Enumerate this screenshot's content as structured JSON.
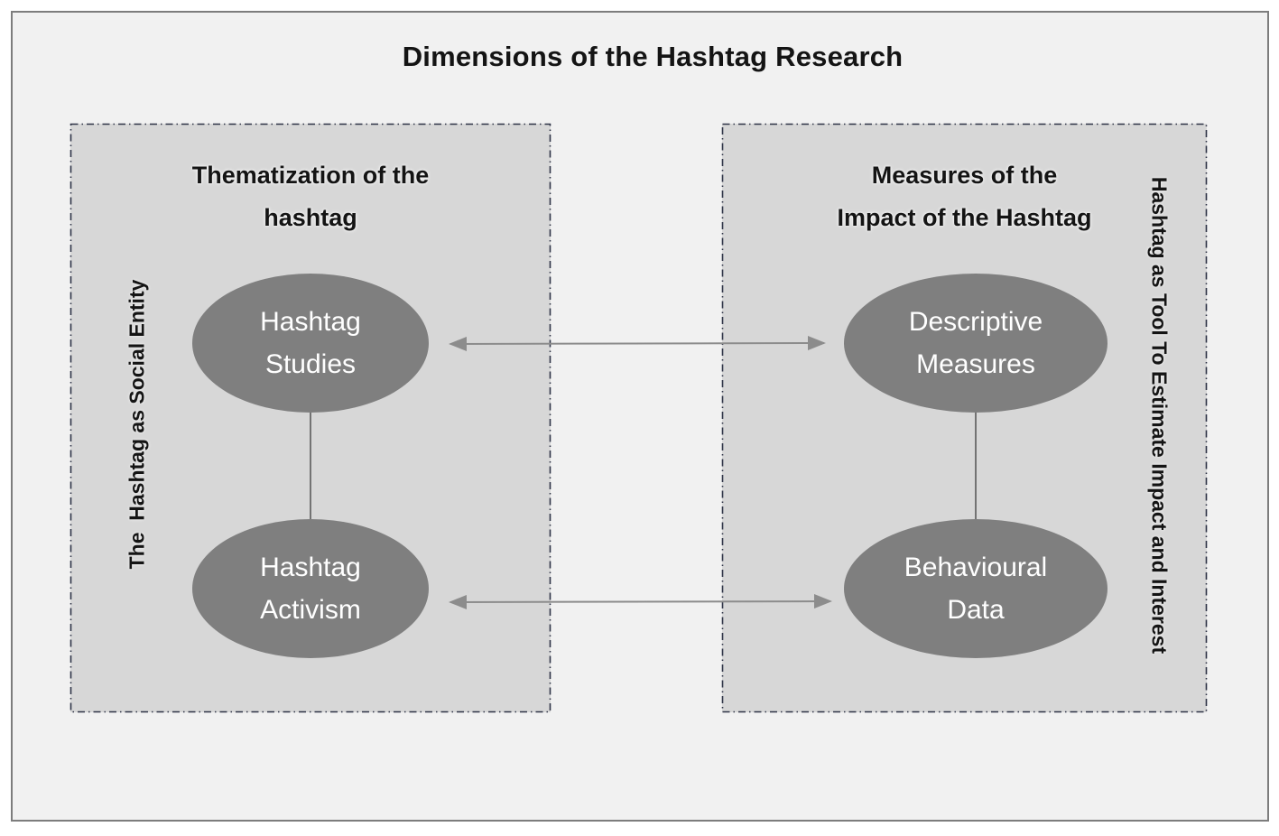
{
  "title": "Dimensions of the Hashtag Research",
  "colors": {
    "canvas_bg": "#f1f1f1",
    "frame_border": "#7d7d7d",
    "panel_bg": "#d7d7d7",
    "panel_border": "#2e3346",
    "node_fill": "#7f7f7f",
    "node_text": "#ffffff",
    "arrow": "#8c8c8c",
    "text": "#141414"
  },
  "left_panel": {
    "heading_line1": "Thematization of the",
    "heading_line2": "hashtag",
    "side_label": "The  Hashtag as Social Entity",
    "nodes": {
      "hashtag_studies": {
        "line1": "Hashtag",
        "line2": "Studies"
      },
      "hashtag_activism": {
        "line1": "Hashtag",
        "line2": "Activism"
      }
    }
  },
  "right_panel": {
    "heading_line1": "Measures of the",
    "heading_line2": "Impact of the Hashtag",
    "side_label": "Hashtag as Tool To Estimate Impact and Interest",
    "nodes": {
      "descriptive_measures": {
        "line1": "Descriptive",
        "line2": "Measures"
      },
      "behavioural_data": {
        "line1": "Behavioural",
        "line2": "Data"
      }
    }
  },
  "edges": [
    {
      "from": "Hashtag Studies",
      "to": "Descriptive Measures",
      "style": "double-arrow"
    },
    {
      "from": "Hashtag Activism",
      "to": "Behavioural Data",
      "style": "double-arrow"
    },
    {
      "from": "Hashtag Studies",
      "to": "Hashtag Activism",
      "style": "line"
    },
    {
      "from": "Descriptive Measures",
      "to": "Behavioural Data",
      "style": "line"
    }
  ]
}
